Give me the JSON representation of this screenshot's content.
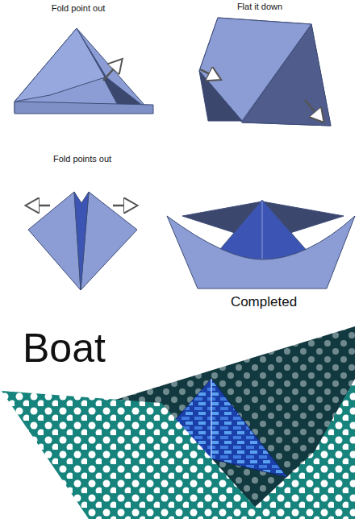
{
  "diagram": {
    "title": "Boat",
    "labels": [
      "Fold point out",
      "Flat it down",
      "Fold points out",
      "Completed"
    ]
  }
}
